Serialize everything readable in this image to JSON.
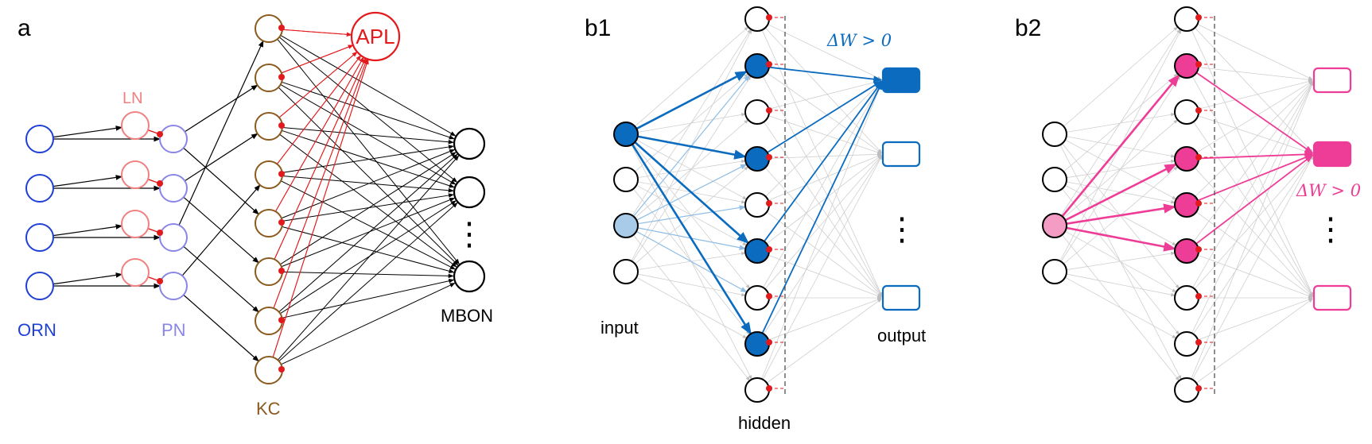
{
  "panel_a": {
    "label": "a",
    "orn_label": "ORN",
    "ln_label": "LN",
    "pn_label": "PN",
    "kc_label": "KC",
    "apl_label": "APL",
    "mbon_label": "MBON",
    "mbon_ellipsis": "⋮"
  },
  "panel_b1": {
    "label": "b1",
    "input_label": "input",
    "hidden_label": "hidden",
    "output_label": "output",
    "dw_label": "ΔW > 0",
    "ellipsis": "⋮"
  },
  "panel_b2": {
    "label": "b2",
    "dw_label": "ΔW > 0",
    "ellipsis": "⋮"
  },
  "colors": {
    "orn": "#1f3fd6",
    "ln": "#f08080",
    "pn": "#8a86e6",
    "kc": "#8b5a1e",
    "apl": "#e31a1c",
    "mbon": "#000000",
    "b1_accent": "#0b6bbf",
    "b1_light": "#a9cbea",
    "b2_accent": "#ee3d96",
    "b2_light": "#f59cc4",
    "gray_edge": "#cfcfcf",
    "inhib_dot": "#e31a1c"
  }
}
